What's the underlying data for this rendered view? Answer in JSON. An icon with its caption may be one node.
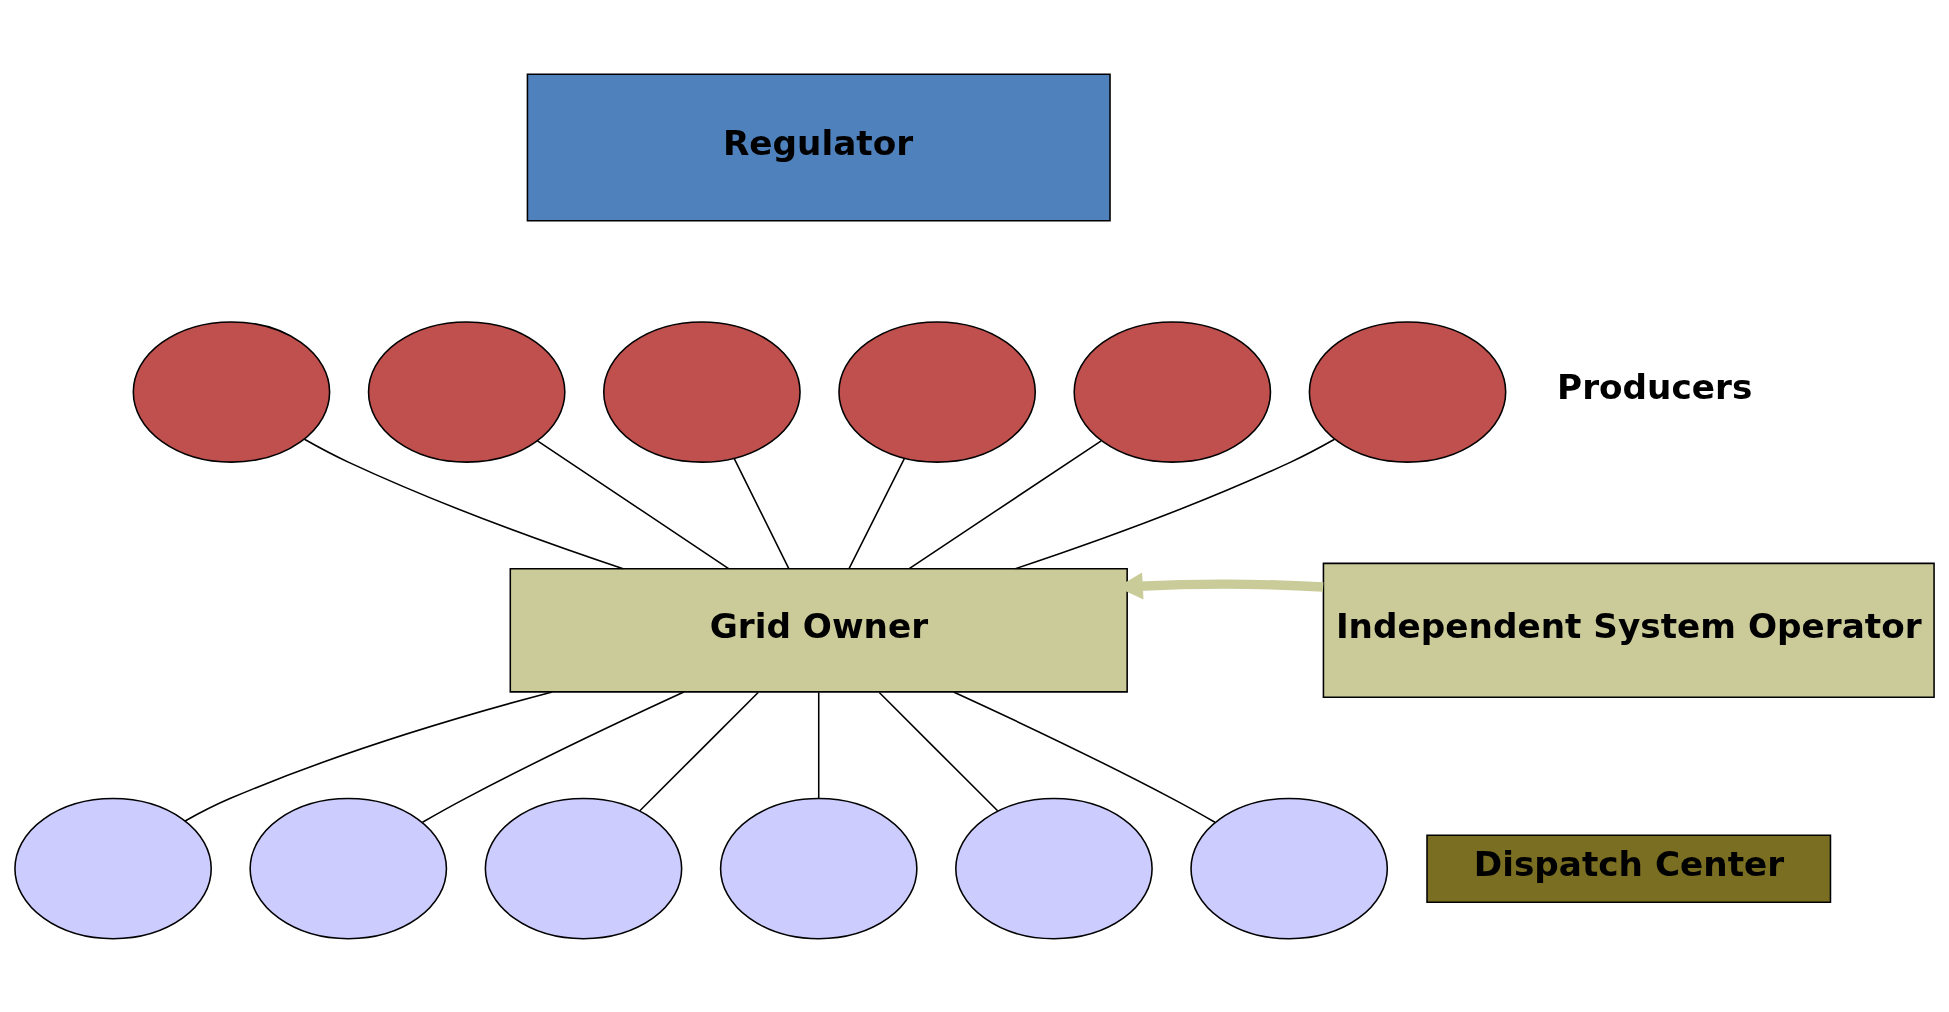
{
  "diagram": {
    "nodes": [
      {
        "text": [
          "Regulator"
        ]
      },
      {
        "text": [],
        "shape": "ellipse"
      },
      {
        "text": [],
        "shape": "ellipse"
      },
      {
        "text": [],
        "shape": "ellipse"
      },
      {
        "text": [],
        "shape": "ellipse"
      },
      {
        "text": [],
        "shape": "ellipse"
      },
      {
        "text": [],
        "shape": "ellipse"
      },
      {
        "text": [
          "Grid Owner"
        ]
      },
      {
        "text": [
          "Independent System Operator"
        ]
      },
      {
        "text": [
          "Dispatch Center"
        ]
      },
      {
        "text": [],
        "shape": "ellipse"
      },
      {
        "text": [],
        "shape": "ellipse"
      },
      {
        "text": [],
        "shape": "ellipse"
      },
      {
        "text": [],
        "shape": "ellipse"
      },
      {
        "text": [],
        "shape": "ellipse"
      },
      {
        "text": [],
        "shape": "ellipse"
      }
    ],
    "edges": [
      {
        "from": 1,
        "to": 7,
        "arrow": "none"
      },
      {
        "from": 2,
        "to": 7,
        "arrow": "none"
      },
      {
        "from": 3,
        "to": 7,
        "arrow": "none"
      },
      {
        "from": 4,
        "to": 7,
        "arrow": "none"
      },
      {
        "from": 5,
        "to": 7,
        "arrow": "none"
      },
      {
        "from": 6,
        "to": 7,
        "arrow": "none"
      },
      {
        "from": 8,
        "to": 7,
        "arrow": "to",
        "style": "thick",
        "color": "#c9cb99"
      },
      {
        "from": 7,
        "to": 10,
        "arrow": "none"
      },
      {
        "from": 7,
        "to": 11,
        "arrow": "none"
      },
      {
        "from": 7,
        "to": 12,
        "arrow": "none"
      },
      {
        "from": 7,
        "to": 13,
        "arrow": "none"
      },
      {
        "from": 7,
        "to": 14,
        "arrow": "none"
      },
      {
        "from": 7,
        "to": 15,
        "arrow": "none"
      }
    ],
    "labels": [
      "Producers"
    ]
  }
}
